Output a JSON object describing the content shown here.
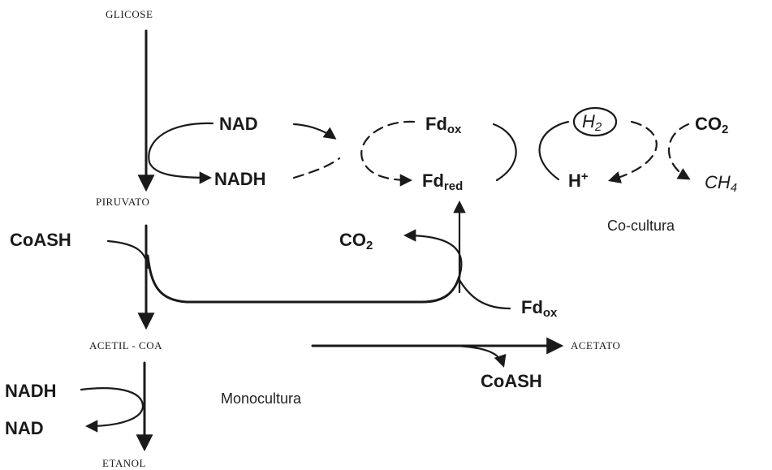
{
  "nodes": {
    "glicose": "GLICOSE",
    "piruvato": "PIRUVATO",
    "acetil_coa": "ACETIL - COA",
    "acetato": "ACETATO",
    "etanol": "ETANOL"
  },
  "cofactors": {
    "nad_top": "NAD",
    "nadh_top": "NADH",
    "fd": "Fd",
    "ox": "ox",
    "red": "red",
    "h2": "H",
    "h2_sub": "2",
    "co2": "CO",
    "co2_sub": "2",
    "h_plus": "H",
    "h_plus_sup": "+",
    "ch4": "CH",
    "ch4_sub": "4",
    "coash_left": "CoASH",
    "co2_mid": "CO",
    "co2_mid_sub": "2",
    "fd_ox_bottom": "Fd",
    "fd_ox_bottom_sub": "ox",
    "coash_bottom": "CoASH",
    "nadh_bottom": "NADH",
    "nad_bottom": "NAD"
  },
  "labels": {
    "co_cultura": "Co-cultura",
    "monocultura": "Monocultura"
  }
}
